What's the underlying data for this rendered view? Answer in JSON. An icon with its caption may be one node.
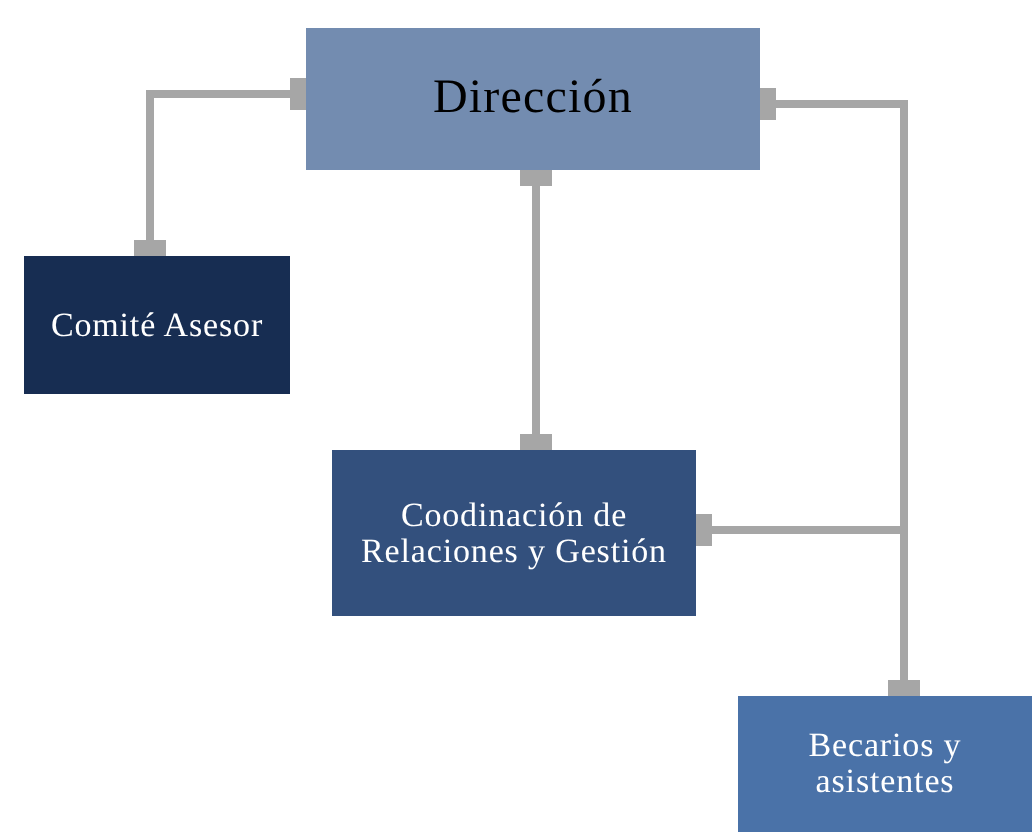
{
  "diagram": {
    "nodes": [
      {
        "text": [
          "Dirección"
        ]
      },
      {
        "text": [
          "Comité Asesor"
        ]
      },
      {
        "text": [
          "Coodinación de Relaciones y Gestión"
        ]
      },
      {
        "text": [
          "Becarios y asistentes"
        ]
      }
    ],
    "edges": [
      {
        "from": 0,
        "to": 1,
        "arrow": "other"
      },
      {
        "from": 0,
        "to": 2,
        "arrow": "other"
      },
      {
        "from": 0,
        "to": 3,
        "arrow": "other"
      },
      {
        "from": 2,
        "to": 3,
        "arrow": "other"
      }
    ]
  }
}
